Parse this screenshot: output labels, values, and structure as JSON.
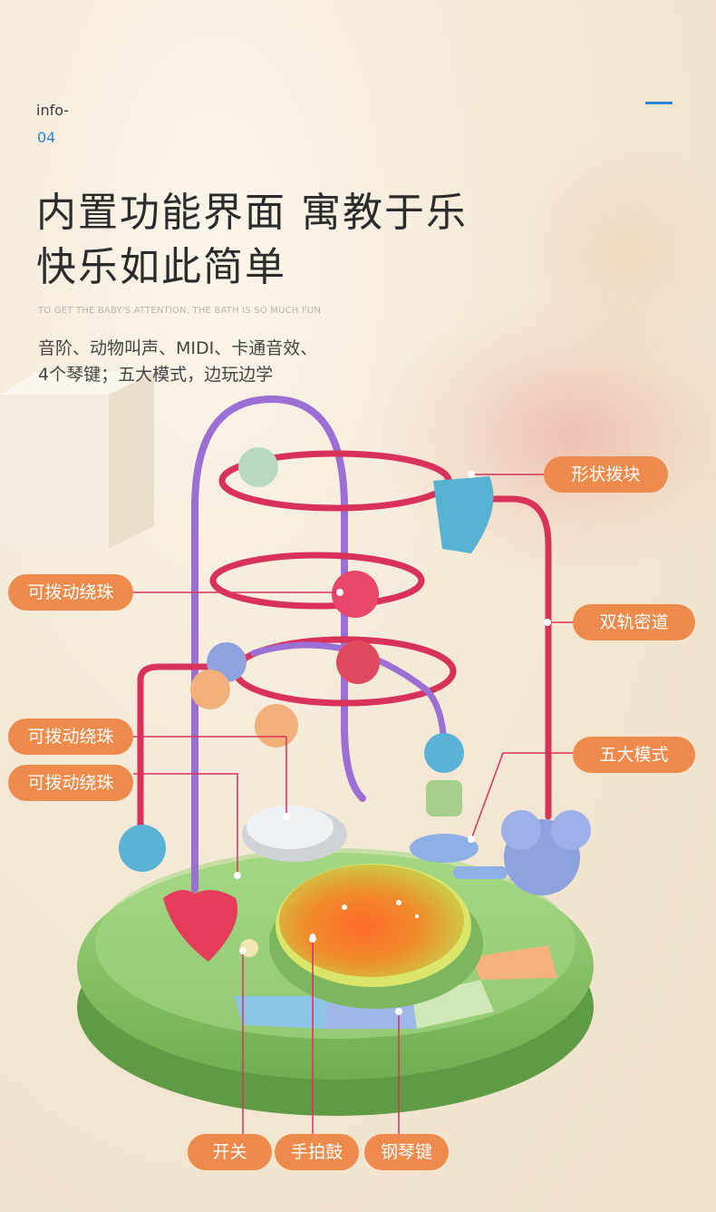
{
  "header": {
    "info_label": "info-",
    "number": "04",
    "accent_color": "#2f84d4"
  },
  "title": {
    "line1": "内置功能界面 寓教于乐",
    "line2": "快乐如此简单"
  },
  "subtitle": "TO GET THE BABY'S ATTENTION, THE BATH IS SO MUCH FUN",
  "description": {
    "line1": "音阶、动物叫声、MIDI、卡通音效、",
    "line2": "4个琴键；五大模式，边玩边学"
  },
  "callouts": {
    "shape_block": "形状拨块",
    "bead_1": "可拨动绕珠",
    "double_track": "双轨密道",
    "bead_2": "可拨动绕珠",
    "five_modes": "五大模式",
    "bead_3": "可拨动绕珠",
    "power_switch": "开关",
    "hand_drum": "手拍鼓",
    "piano_keys": "钢琴键"
  },
  "colors": {
    "callout_bg": "#ee8a4c",
    "toy_base": "#8cc96a",
    "wire_red": "#d9325a",
    "wire_purple": "#9b6fd4"
  }
}
